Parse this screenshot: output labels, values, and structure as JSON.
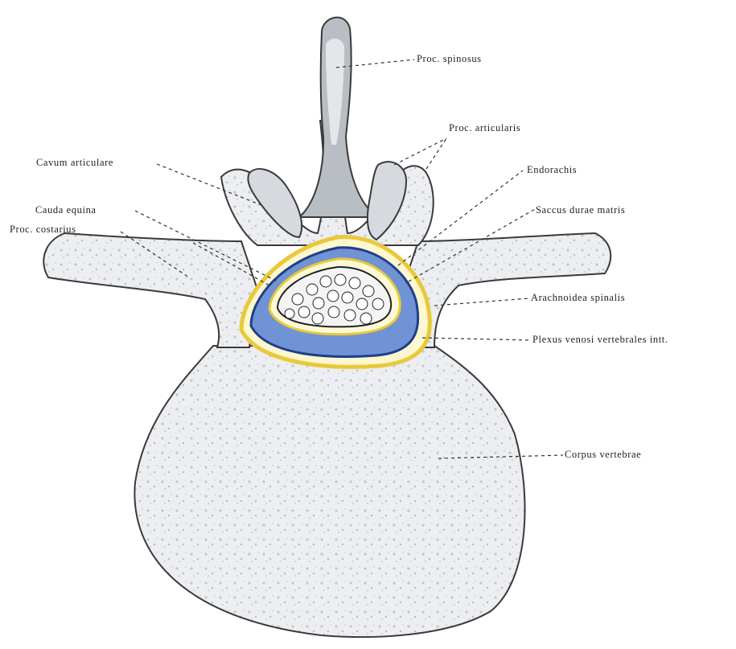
{
  "labels": {
    "proc_spinosus": "Proc. spinosus",
    "proc_articularis": "Proc. articularis",
    "cavum_articulare": "Cavum articulare",
    "endorachis": "Endorachis",
    "cauda_equina": "Cauda equina",
    "saccus_durae_matris": "Saccus durae matris",
    "proc_costarius": "Proc. costarius",
    "arachnoidea_spinalis": "Arachnoidea spinalis",
    "plexus_venosi": "Plexus venosi vertebrales intt.",
    "corpus_vertebrae": "Corpus vertebrae"
  },
  "colors": {
    "bone_outline": "#3a3a3a",
    "bone_fill": "#e9ebee",
    "cortical_gray": "#9aa0a6",
    "vein_blue": "#3f6fbf",
    "dura_yellow": "#e8c93a",
    "leader_line": "#333333"
  }
}
